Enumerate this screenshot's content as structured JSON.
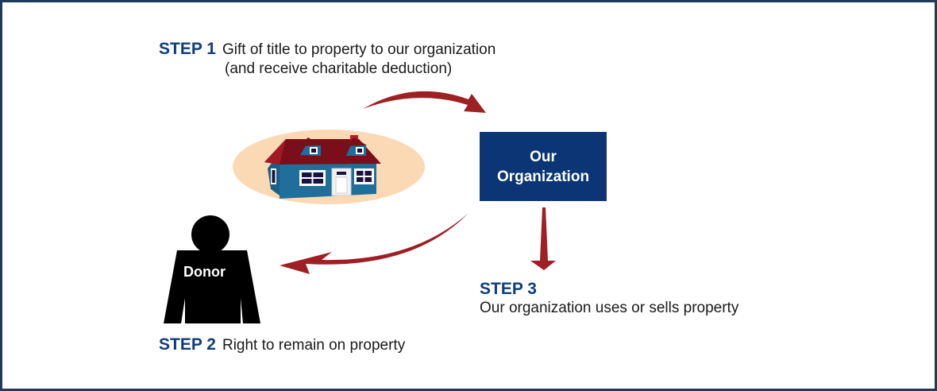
{
  "steps": [
    {
      "label": "STEP 1",
      "line1": "Gift of title to property to our organization",
      "line2": "(and receive charitable deduction)"
    },
    {
      "label": "STEP 2",
      "text": "Right to remain on property"
    },
    {
      "label": "STEP 3",
      "text": "Our organization uses or sells property"
    }
  ],
  "organization": {
    "line1": "Our",
    "line2": "Organization"
  },
  "donor": {
    "label": "Donor"
  },
  "icons": {
    "house": "house-icon",
    "person": "person-silhouette-icon",
    "arrows": "curved-arrow-icon"
  },
  "colors": {
    "frame": "#1e3a5c",
    "step_label": "#103d7a",
    "org_box": "#0b3575",
    "arrow": "#9e1f24",
    "ellipse": "#fbd9b5",
    "house_wall": "#1f6f9a",
    "house_roof": "#7a0f1a",
    "person": "#000000"
  }
}
